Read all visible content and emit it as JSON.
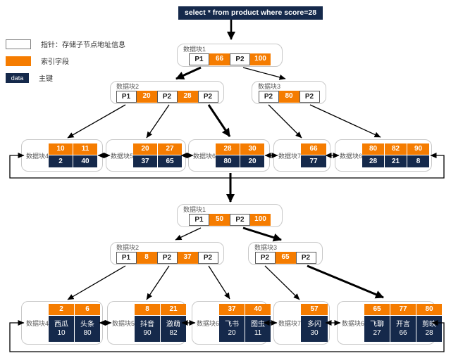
{
  "query": "select * from product where score=28",
  "colors": {
    "index_field": "#F57C00",
    "primary_key": "#15294B"
  },
  "legend": {
    "pointer_label": "指针：存储子节点地址信息",
    "index_label": "索引字段",
    "primary_swatch_text": "data",
    "primary_label": "主键"
  },
  "tree1": {
    "root": {
      "title": "数据块1",
      "cells": [
        "P1",
        "66",
        "P2",
        "100"
      ]
    },
    "n2": {
      "title": "数据块2",
      "cells": [
        "P1",
        "20",
        "P2",
        "28",
        "P2"
      ]
    },
    "n3": {
      "title": "数据块3",
      "cells": [
        "P2",
        "80",
        "P2"
      ]
    },
    "leaves": [
      {
        "title": "数据块4",
        "keys": [
          "10",
          "11"
        ],
        "data": [
          "2",
          "40"
        ]
      },
      {
        "title": "数据块5",
        "keys": [
          "20",
          "27"
        ],
        "data": [
          "37",
          "65"
        ]
      },
      {
        "title": "数据块6",
        "keys": [
          "28",
          "30"
        ],
        "data": [
          "80",
          "20"
        ]
      },
      {
        "title": "数据块7",
        "keys": [
          "66"
        ],
        "data": [
          "77"
        ]
      },
      {
        "title": "数据块6",
        "keys": [
          "80",
          "82",
          "90"
        ],
        "data": [
          "28",
          "21",
          "8"
        ]
      }
    ]
  },
  "tree2": {
    "root": {
      "title": "数据块1",
      "cells": [
        "P1",
        "50",
        "P2",
        "100"
      ]
    },
    "n2": {
      "title": "数据块2",
      "cells": [
        "P1",
        "8",
        "P2",
        "37",
        "P2"
      ]
    },
    "n3": {
      "title": "数据块3",
      "cells": [
        "P2",
        "65",
        "P2"
      ]
    },
    "leaves": [
      {
        "title": "数据块4",
        "keys": [
          "2",
          "6"
        ],
        "items": [
          {
            "name": "西瓜",
            "score": "10"
          },
          {
            "name": "头条",
            "score": "80"
          }
        ]
      },
      {
        "title": "数据块5",
        "keys": [
          "8",
          "21"
        ],
        "items": [
          {
            "name": "抖音",
            "score": "90"
          },
          {
            "name": "激萌",
            "score": "82"
          }
        ]
      },
      {
        "title": "数据块6",
        "keys": [
          "37",
          "40"
        ],
        "items": [
          {
            "name": "飞书",
            "score": "20"
          },
          {
            "name": "图虫",
            "score": "11"
          }
        ]
      },
      {
        "title": "数据块7",
        "keys": [
          "57"
        ],
        "items": [
          {
            "name": "多闪",
            "score": "30"
          }
        ]
      },
      {
        "title": "数据块6",
        "keys": [
          "65",
          "77",
          "80"
        ],
        "items": [
          {
            "name": "飞聊",
            "score": "27"
          },
          {
            "name": "开言",
            "score": "66"
          },
          {
            "name": "剪映",
            "score": "28"
          }
        ]
      }
    ]
  }
}
